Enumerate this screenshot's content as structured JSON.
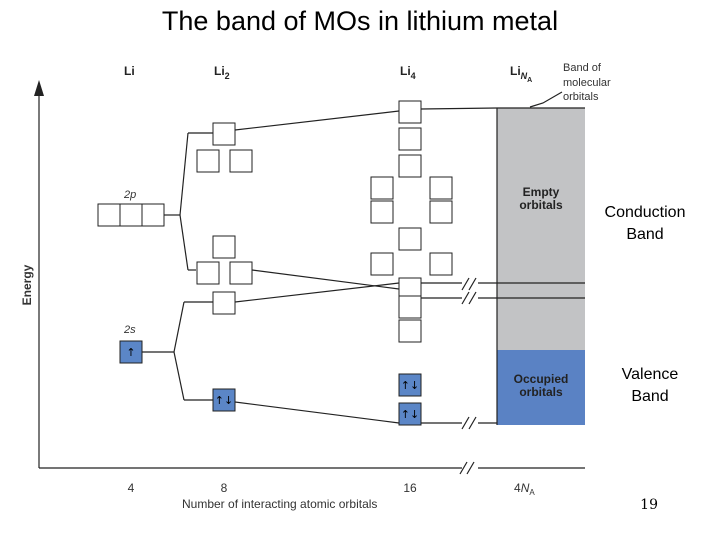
{
  "title": "The band of MOs in lithium metal",
  "columns": {
    "li": "Li",
    "li2_base": "Li",
    "li2_sub": "2",
    "li4_base": "Li",
    "li4_sub": "4",
    "lina_base": "Li",
    "lina_sub_n": "N",
    "lina_sub_a": "A"
  },
  "band_label": [
    "Band of",
    "molecular",
    "orbitals"
  ],
  "axis": {
    "ylabel": "Energy",
    "xlabel": "Number of interacting atomic orbitals",
    "ticks": [
      "4",
      "8",
      "16"
    ],
    "tick_last_prefix": "4",
    "tick_last_n": "N",
    "tick_last_a": "A"
  },
  "orbitals": {
    "p": "2p",
    "s": "2s"
  },
  "empty_band": [
    "Empty",
    "orbitals"
  ],
  "occupied_band": [
    "Occupied",
    "orbitals"
  ],
  "side_labels": {
    "conduction": [
      "Conduction",
      "Band"
    ],
    "valence": [
      "Valence",
      "Band"
    ]
  },
  "page_number": "19",
  "electrons": {
    "single": "↑",
    "pair": "↑↓"
  },
  "colors": {
    "empty_band": "#c2c3c5",
    "occupied_band": "#5a82c4",
    "filled_box": "#5b86c7",
    "line": "#222222"
  }
}
